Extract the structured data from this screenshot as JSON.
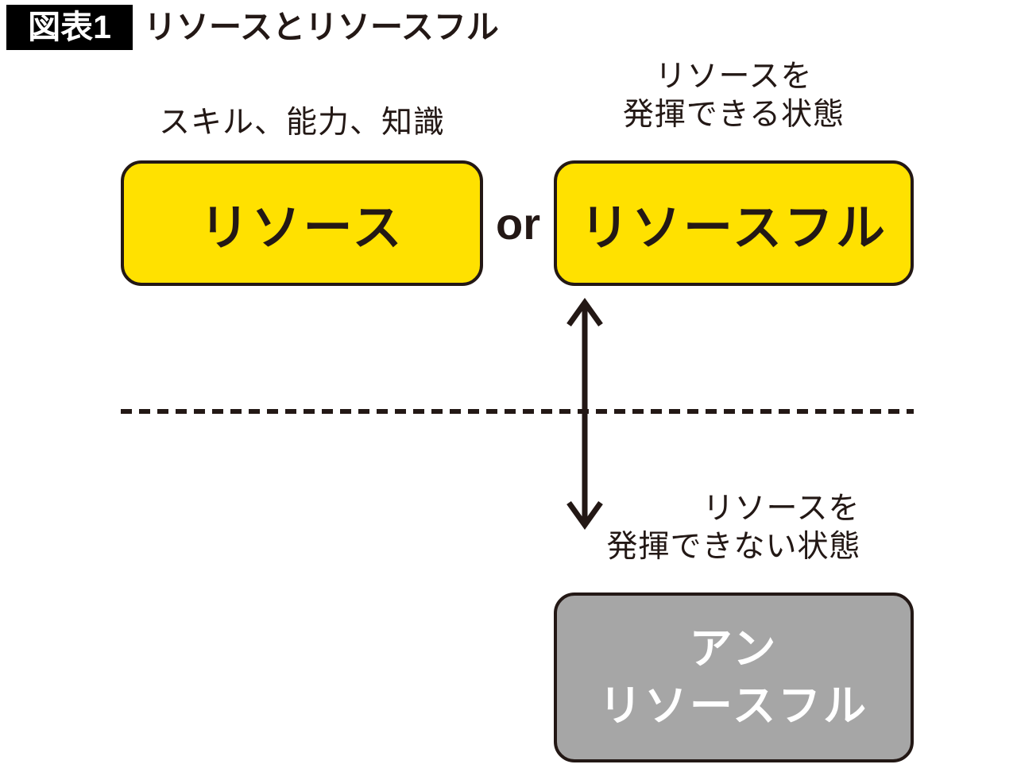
{
  "figure": {
    "badge_label": "図表1",
    "title": "リソースとリソースフル"
  },
  "captions": {
    "skills": "スキル、能力、知識",
    "resourceful_line1": "リソースを",
    "resourceful_line2": "発揮できる状態",
    "unresourceful_line1": "リソースを",
    "unresourceful_line2": "発揮できない状態"
  },
  "boxes": {
    "resource": "リソース",
    "resourceful": "リソースフル",
    "unresourceful_line1": "アン",
    "unresourceful_line2": "リソースフル"
  },
  "connectors": {
    "or_label": "or",
    "vertical_arrow": "double-headed-arrow",
    "divider": "dashed-horizontal-line"
  },
  "colors": {
    "yellow_fill": "#FFE100",
    "gray_fill": "#A6A6A6",
    "ink": "#231815",
    "badge_bg": "#000000",
    "white": "#FFFFFF",
    "page_bg": "#FFFFFF"
  }
}
